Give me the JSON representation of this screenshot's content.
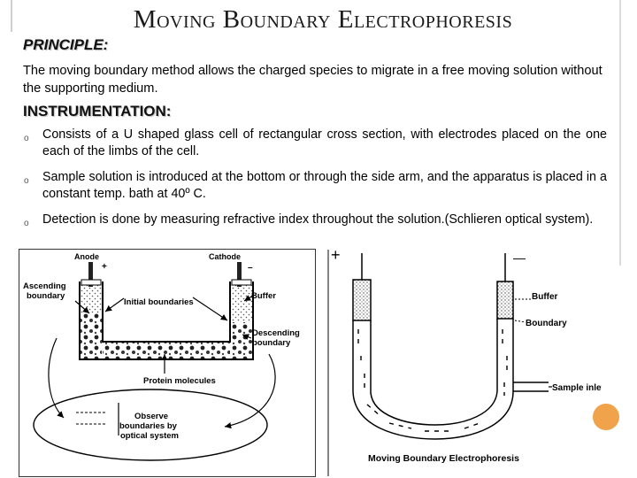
{
  "slide": {
    "title_first_1": "M",
    "title_rest_1": "oving",
    "title_first_2": "B",
    "title_rest_2": "oundary",
    "title_first_3": "E",
    "title_rest_3": "lectrophoresis",
    "principle_heading": "PRINCIPLE:",
    "principle_text": "The moving boundary method allows the charged species to migrate in a free moving solution without the supporting medium.",
    "instrumentation_heading": "INSTRUMENTATION:",
    "bullet_marker": "o",
    "bullets": [
      "Consists of a U shaped glass cell of rectangular cross section, with electrodes placed on the one each of the limbs of the cell.",
      "Sample solution is introduced at the bottom or through the side arm, and the apparatus is placed in a constant temp. bath at 40º C.",
      "Detection is done by measuring refractive index throughout the solution.(Schlieren optical system)."
    ]
  },
  "figure_left": {
    "anode": "Anode",
    "cathode": "Cathode",
    "plus": "+",
    "minus": "–",
    "ascending_1": "Ascending",
    "ascending_2": "boundary",
    "initial": "Initial boundaries",
    "buffer": "Buffer",
    "descending_1": "Descending",
    "descending_2": "boundary",
    "protein": "Protein molecules",
    "observe_1": "Observe",
    "observe_2": "boundaries by",
    "observe_3": "optical system"
  },
  "figure_right": {
    "plus": "+",
    "minus": "—",
    "buffer": "Buffer",
    "boundary": "Boundary",
    "sample_inlet": "Sample inlet",
    "caption": "Moving Boundary Electrophoresis"
  }
}
